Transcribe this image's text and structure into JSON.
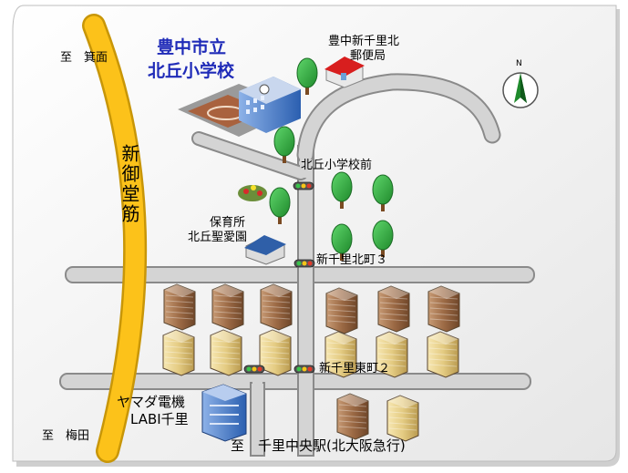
{
  "title": {
    "line1": "豊中市立",
    "line2": "北丘小学校"
  },
  "post_office": {
    "line1": "豊中新千里北",
    "line2": "郵便局"
  },
  "nursery": {
    "line1": "保育所",
    "line2": "北丘聖愛園"
  },
  "road_main": "新御堂筋",
  "directions": {
    "minoh": "至　箕面",
    "umeda": "至　梅田",
    "senri_chuo": "至　千里中央駅(北大阪急行)"
  },
  "intersections": {
    "kitaoka_school_mae": "北丘小学校前",
    "shinsenri_kitamachi3": "新千里北町３",
    "shinsenri_higashimachi2": "新千里東町２"
  },
  "store": {
    "line1": "ヤマダ電機",
    "line2": "LABI千里"
  },
  "compass": "N",
  "colors": {
    "road": "#d4d4d4",
    "road_edge": "#8a8a8a",
    "highway": "#fcc21a",
    "highway_edge": "#c89608",
    "school_text": "#1f2bb8"
  }
}
